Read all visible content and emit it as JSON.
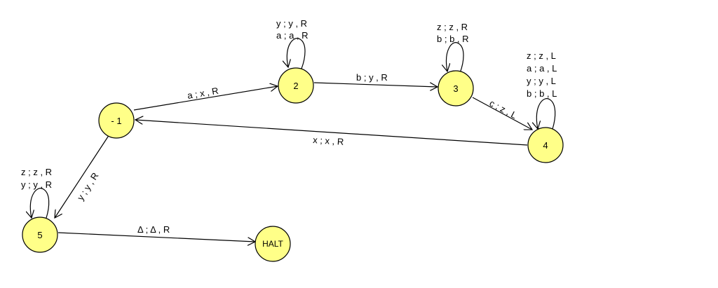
{
  "colors": {
    "state_fill": "#ffff88",
    "state_stroke": "#000000",
    "edge": "#000000",
    "background": "#ffffff"
  },
  "states": [
    {
      "id": "s1",
      "label": "- 1"
    },
    {
      "id": "s2",
      "label": "2"
    },
    {
      "id": "s3",
      "label": "3"
    },
    {
      "id": "s4",
      "label": "4"
    },
    {
      "id": "s5",
      "label": "5"
    },
    {
      "id": "halt",
      "label": "HALT"
    }
  ],
  "transitions": [
    {
      "id": "t1_2",
      "from": "s1",
      "to": "s2",
      "labels": [
        "a ; x , R"
      ]
    },
    {
      "id": "t2_2",
      "from": "s2",
      "to": "s2",
      "labels": [
        "y ; y , R",
        "a ; a , R"
      ]
    },
    {
      "id": "t2_3",
      "from": "s2",
      "to": "s3",
      "labels": [
        "b ; y , R"
      ]
    },
    {
      "id": "t3_3",
      "from": "s3",
      "to": "s3",
      "labels": [
        "z ; z , R",
        "b ; b , R"
      ]
    },
    {
      "id": "t3_4",
      "from": "s3",
      "to": "s4",
      "labels": [
        "c ; z , L"
      ]
    },
    {
      "id": "t4_4",
      "from": "s4",
      "to": "s4",
      "labels": [
        "z ; z , L",
        "a ; a , L",
        "y ; y , L",
        "b ; b , L"
      ]
    },
    {
      "id": "t4_1",
      "from": "s4",
      "to": "s1",
      "labels": [
        "x ; x , R"
      ]
    },
    {
      "id": "t1_5",
      "from": "s1",
      "to": "s5",
      "labels": [
        "y ; y , R"
      ]
    },
    {
      "id": "t5_5",
      "from": "s5",
      "to": "s5",
      "labels": [
        "z ; z , R",
        "y ; y , R"
      ]
    },
    {
      "id": "t5_h",
      "from": "s5",
      "to": "halt",
      "labels": [
        "Δ ; Δ , R"
      ]
    }
  ]
}
